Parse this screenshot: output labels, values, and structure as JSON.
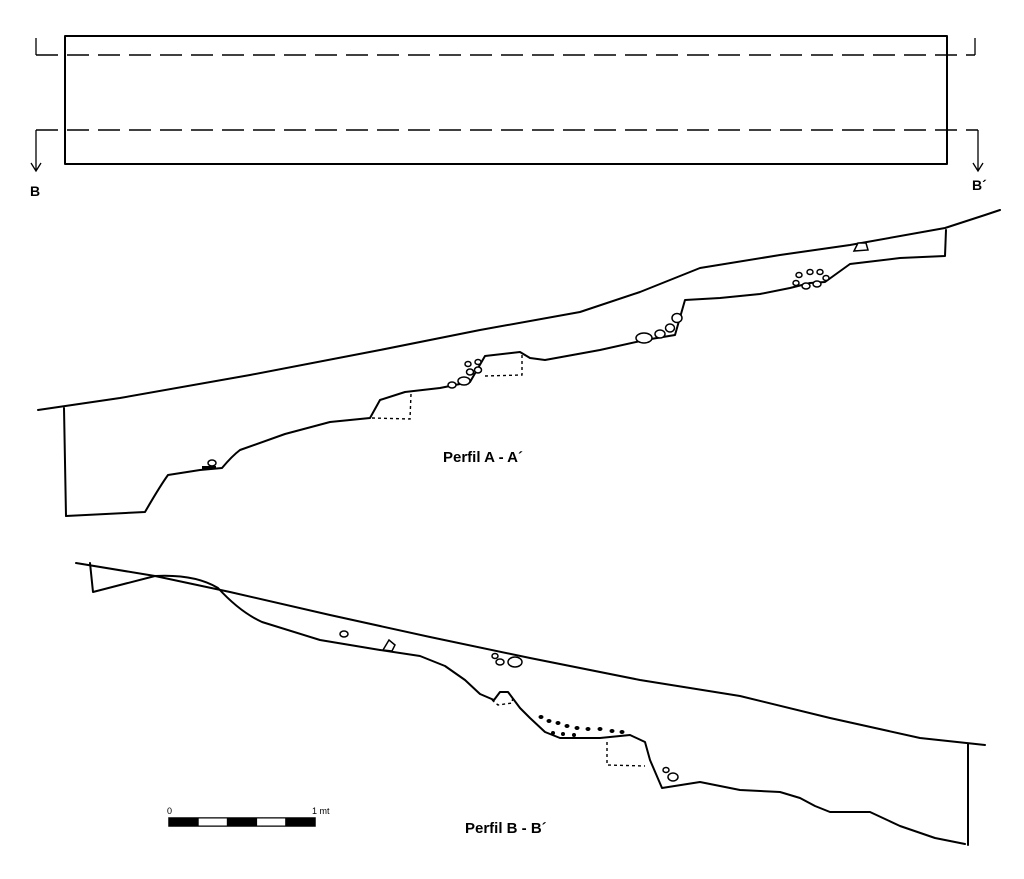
{
  "plan": {
    "label_b": "B",
    "label_b_prime": "B´"
  },
  "profiles": {
    "a_title": "Perfil A - A´",
    "b_title": "Perfil B - B´"
  },
  "scale_bar": {
    "start_label": "0",
    "end_label": "1 mt",
    "segments": 5
  }
}
